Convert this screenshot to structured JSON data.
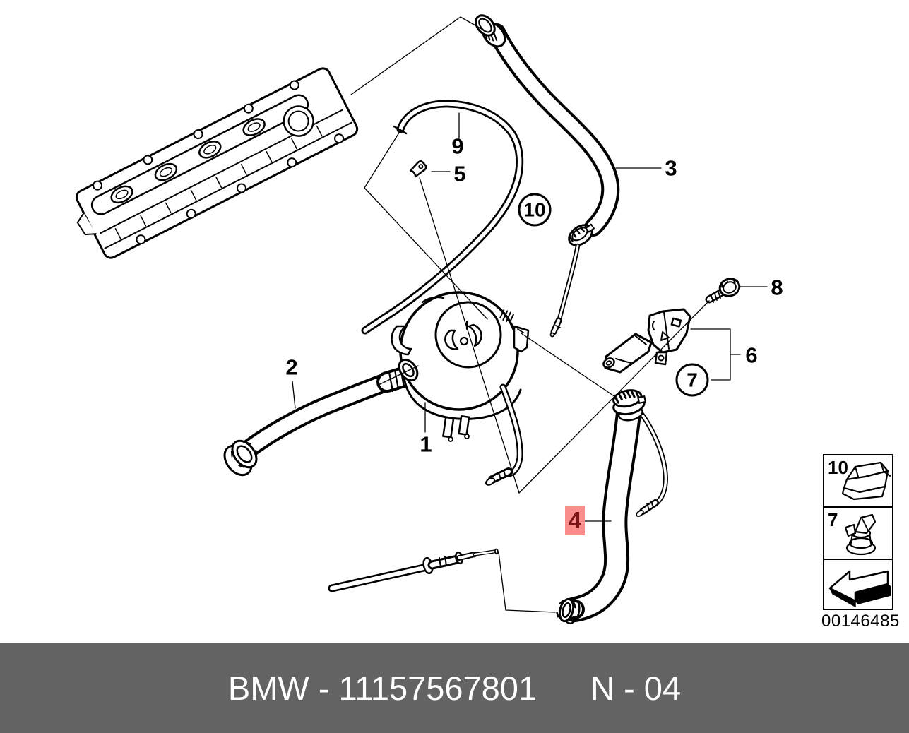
{
  "colors": {
    "line": "#000000",
    "background": "#ffffff",
    "highlight_bg": "#f98e8d",
    "highlight_text": "#7b1518",
    "footer_bg": "#636363",
    "footer_text": "#ffffff"
  },
  "callouts": {
    "plain": [
      {
        "text": "9"
      },
      {
        "text": "5"
      },
      {
        "text": "3"
      },
      {
        "text": "8"
      },
      {
        "text": "6"
      },
      {
        "text": "2"
      },
      {
        "text": "1"
      }
    ],
    "circled": [
      {
        "text": "10"
      },
      {
        "text": "7"
      }
    ],
    "highlighted": [
      {
        "text": "4"
      }
    ]
  },
  "legend": {
    "items": [
      {
        "label": "10",
        "icon": "hose-clamp-icon"
      },
      {
        "label": "7",
        "icon": "vent-valve-icon"
      },
      {
        "label": "",
        "icon": "direction-arrow-icon"
      }
    ],
    "image_number": "00146485"
  },
  "footer": {
    "left": "BMW - 11157567801",
    "right": "N - 04"
  }
}
